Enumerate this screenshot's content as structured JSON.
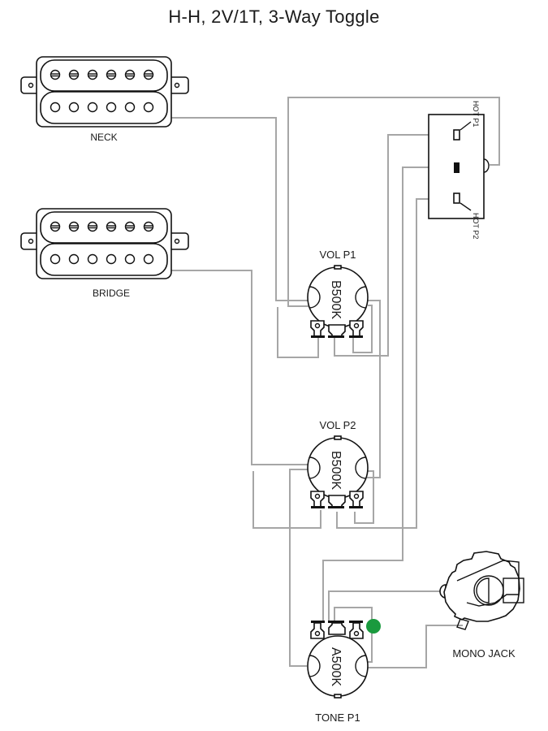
{
  "title": "H-H, 2V/1T, 3-Way Toggle",
  "pickups": {
    "neck": {
      "label": "NECK",
      "type": "humbucker",
      "pole_count": 6
    },
    "bridge": {
      "label": "BRIDGE",
      "type": "humbucker",
      "pole_count": 6
    }
  },
  "switch": {
    "type": "3-way toggle",
    "terminal_top_label": "HOT P1",
    "terminal_bottom_label": "HOT P2"
  },
  "pots": {
    "vol1": {
      "label": "VOL P1",
      "value": "B500K"
    },
    "vol2": {
      "label": "VOL P2",
      "value": "B500K"
    },
    "tone": {
      "label": "TONE P1",
      "value": "A500K"
    }
  },
  "jack": {
    "label": "MONO JACK"
  },
  "capacitor": {
    "color": "#1a9a3e"
  },
  "colors": {
    "wire": "#a6a6a6",
    "outline": "#111111"
  }
}
